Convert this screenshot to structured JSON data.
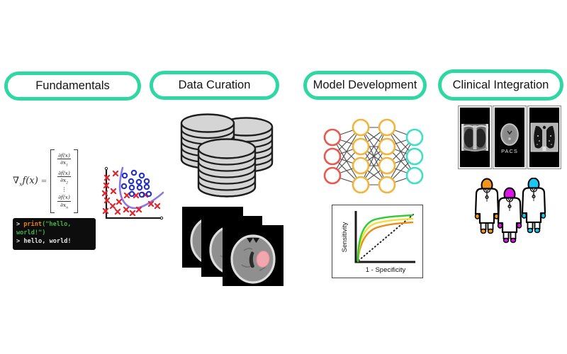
{
  "figure": {
    "background": "#ffffff",
    "accent_color": "#2fd8a3",
    "stages": [
      {
        "label": "Fundamentals"
      },
      {
        "label": "Data Curation"
      },
      {
        "label": "Model Development"
      },
      {
        "label": "Clinical Integration"
      }
    ]
  },
  "fundamentals": {
    "formula": {
      "nabla": "∇",
      "nabla_sub": "x",
      "fx": "f(x)",
      "equals": "=",
      "fractions": [
        {
          "num": "∂f(x)",
          "den_base": "∂x",
          "den_sub": "1"
        },
        {
          "num": "∂f(x)",
          "den_base": "∂x",
          "den_sub": "2"
        },
        {
          "num": "∂f(x)",
          "den_base": "∂x",
          "den_sub": "n"
        }
      ],
      "vdots": "⋮"
    },
    "scatter_colors": {
      "class_x": "#e3242b",
      "class_o": "#2430c8",
      "boundary": "#8678e8"
    },
    "terminal": {
      "prompt": ">",
      "keyword": "print",
      "arg_open": "(\"hello,",
      "arg_close": "world!\")",
      "output_line": "> hello, world!",
      "background": "#0d0d0d",
      "keyword_color": "#e8820c",
      "string_color": "#45b14b",
      "text_color": "#e8e8e8"
    }
  },
  "data_curation": {
    "database_fill": "#d5d5d5",
    "lesion_color": "#f2a6ae"
  },
  "model_development": {
    "node_colors": {
      "input": "#e8584e",
      "hidden": "#f3b43c",
      "output": "#3fe0c5"
    },
    "roc": {
      "ylabel": "Sensitivity",
      "xlabel": "1 - Specificity",
      "curve_colors": [
        "#2ecc2e",
        "#f0e03a",
        "#ef8b17"
      ]
    }
  },
  "clinical_integration": {
    "pacs_label": "PACS",
    "clinician_colors": [
      "#f5941d",
      "#d916e8",
      "#18c8f0"
    ]
  }
}
